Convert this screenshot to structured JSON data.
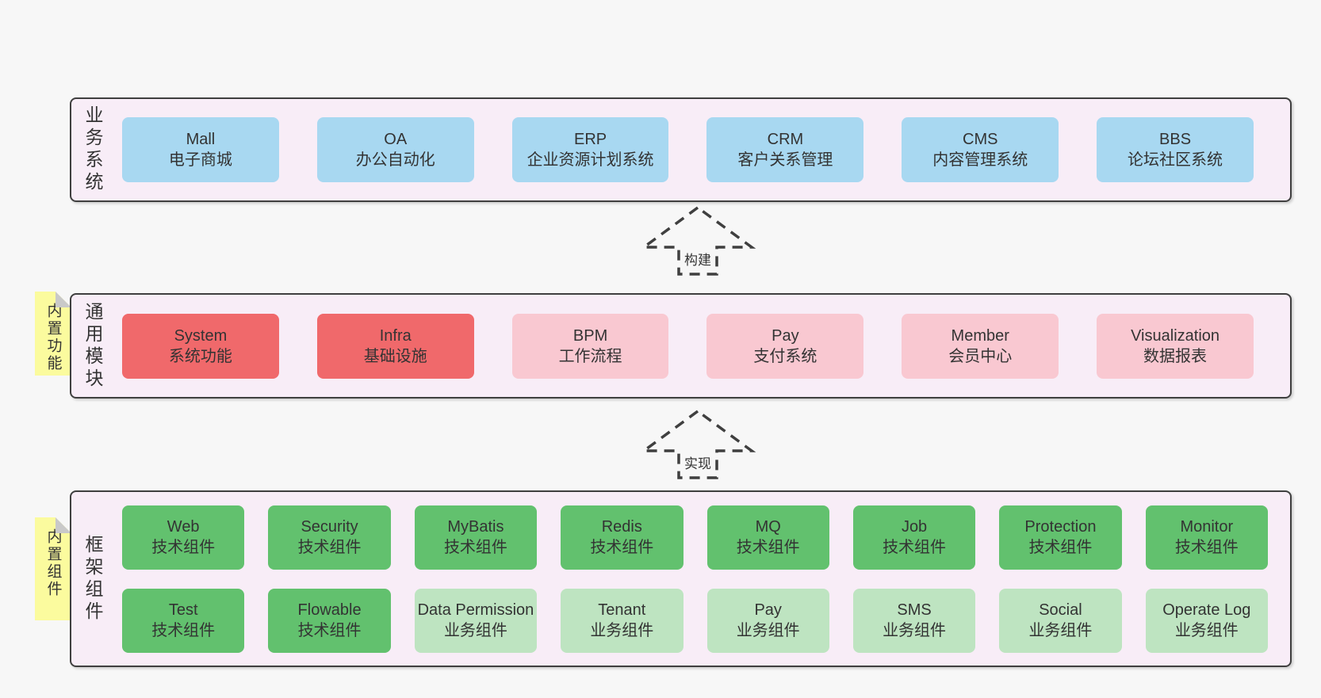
{
  "diagram": {
    "bands": [
      {
        "id": "business-systems",
        "label": "业务系统",
        "rows": [
          [
            {
              "title": "Mall",
              "subtitle": "电子商城",
              "variant": "blue"
            },
            {
              "title": "OA",
              "subtitle": "办公自动化",
              "variant": "blue"
            },
            {
              "title": "ERP",
              "subtitle": "企业资源计划系统",
              "variant": "blue"
            },
            {
              "title": "CRM",
              "subtitle": "客户关系管理",
              "variant": "blue"
            },
            {
              "title": "CMS",
              "subtitle": "内容管理系统",
              "variant": "blue"
            },
            {
              "title": "BBS",
              "subtitle": "论坛社区系统",
              "variant": "blue"
            }
          ]
        ]
      },
      {
        "id": "common-modules",
        "label": "通用模块",
        "sticky": "内置功能",
        "rows": [
          [
            {
              "title": "System",
              "subtitle": "系统功能",
              "variant": "red"
            },
            {
              "title": "Infra",
              "subtitle": "基础设施",
              "variant": "red"
            },
            {
              "title": "BPM",
              "subtitle": "工作流程",
              "variant": "pink"
            },
            {
              "title": "Pay",
              "subtitle": "支付系统",
              "variant": "pink"
            },
            {
              "title": "Member",
              "subtitle": "会员中心",
              "variant": "pink"
            },
            {
              "title": "Visualization",
              "subtitle": "数据报表",
              "variant": "pink"
            }
          ]
        ]
      },
      {
        "id": "framework-components",
        "label": "框架组件",
        "sticky": "内置组件",
        "rows": [
          [
            {
              "title": "Web",
              "subtitle": "技术组件",
              "variant": "green"
            },
            {
              "title": "Security",
              "subtitle": "技术组件",
              "variant": "green"
            },
            {
              "title": "MyBatis",
              "subtitle": "技术组件",
              "variant": "green"
            },
            {
              "title": "Redis",
              "subtitle": "技术组件",
              "variant": "green"
            },
            {
              "title": "MQ",
              "subtitle": "技术组件",
              "variant": "green"
            },
            {
              "title": "Job",
              "subtitle": "技术组件",
              "variant": "green"
            },
            {
              "title": "Protection",
              "subtitle": "技术组件",
              "variant": "green"
            },
            {
              "title": "Monitor",
              "subtitle": "技术组件",
              "variant": "green"
            }
          ],
          [
            {
              "title": "Test",
              "subtitle": "技术组件",
              "variant": "green"
            },
            {
              "title": "Flowable",
              "subtitle": "技术组件",
              "variant": "green"
            },
            {
              "title": "Data Permission",
              "subtitle": "业务组件",
              "variant": "light-green"
            },
            {
              "title": "Tenant",
              "subtitle": "业务组件",
              "variant": "light-green"
            },
            {
              "title": "Pay",
              "subtitle": "业务组件",
              "variant": "light-green"
            },
            {
              "title": "SMS",
              "subtitle": "业务组件",
              "variant": "light-green"
            },
            {
              "title": "Social",
              "subtitle": "业务组件",
              "variant": "light-green"
            },
            {
              "title": "Operate Log",
              "subtitle": "业务组件",
              "variant": "light-green"
            }
          ]
        ]
      }
    ],
    "arrows": [
      {
        "label": "构建"
      },
      {
        "label": "实现"
      }
    ],
    "colors": {
      "page_bg": "#f7f7f7",
      "band_bg": "#f8edf7",
      "band_border": "#3f3f3f",
      "blue": "#a8d8f1",
      "red": "#f0696b",
      "pink": "#f9c8d1",
      "green": "#62c16e",
      "light_green": "#bee4c1",
      "sticky": "#fbfb9e",
      "sticky_fold": "#c9c9c9",
      "text": "#333333"
    }
  }
}
